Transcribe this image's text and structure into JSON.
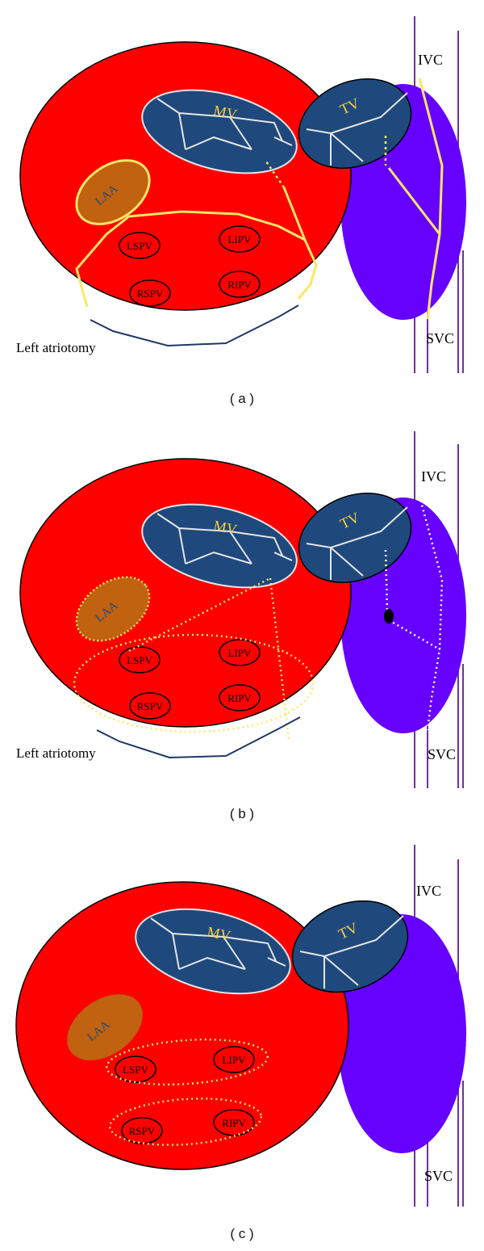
{
  "colors": {
    "left_atrium": "#ff0000",
    "right_atrium": "#6600ff",
    "valve": "#1f497d",
    "appendage": "#c0620f",
    "lesion": "#ffe566",
    "incision": "#1f3864",
    "vein_line": "#7030a0"
  },
  "labels": {
    "mv": "MV",
    "tv": "TV",
    "laa": "LAA",
    "lspv": "LSPV",
    "lipv": "LIPV",
    "rspv": "RSPV",
    "ripv": "RIPV",
    "ivc": "IVC",
    "svc": "SVC"
  },
  "panels": [
    {
      "id": "a",
      "caption": "( a )",
      "incision_label": "Left atriotomy",
      "lesion_style": "solid"
    },
    {
      "id": "b",
      "caption": "( b )",
      "incision_label": "Left atriotomy",
      "lesion_style": "dotted"
    },
    {
      "id": "c",
      "caption": "( c )",
      "incision_label": "",
      "lesion_style": "pv-isolation"
    }
  ]
}
